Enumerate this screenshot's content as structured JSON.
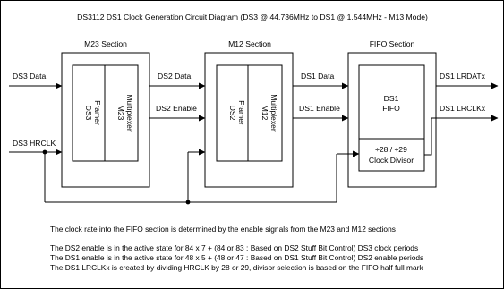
{
  "diagram": {
    "title": "DS3112 DS1 Clock Generation Circuit Diagram (DS3 @ 44.736MHz to DS1 @ 1.544MHz - M13 Mode)",
    "sections": {
      "m23": {
        "heading": "M23 Section",
        "framer": [
          "DS3",
          "Framer"
        ],
        "mux": [
          "M23",
          "Multiplexer"
        ]
      },
      "m12": {
        "heading": "M12 Section",
        "framer": [
          "DS2",
          "Framer"
        ],
        "mux": [
          "M12",
          "Multiplexer"
        ]
      },
      "fifo": {
        "heading": "FIFO Section",
        "fifo_block": [
          "DS1",
          "FIFO"
        ],
        "divisor": [
          "÷28 / ÷29",
          "Clock Divisor"
        ]
      }
    },
    "signals": {
      "ds3_data": "DS3 Data",
      "ds3_hrclk": "DS3 HRCLK",
      "ds2_data": "DS2 Data",
      "ds2_enable": "DS2 Enable",
      "ds1_data": "DS1 Data",
      "ds1_enable": "DS1 Enable",
      "ds1_lrdatx": "DS1 LRDATx",
      "ds1_lrclkx": "DS1 LRCLKx"
    },
    "notes": {
      "line1": "The clock rate into the FIFO section is determined by the enable signals from the M23 and M12 sections",
      "line2": "The DS2 enable is in the active state for 84 x 7 + (84 or 83 : Based on DS2 Stuff Bit Control) DS3 clock periods",
      "line3": "The DS1 enable is in the active state for 48 x 5 + (48 or 47 : Based on DS1 Stuff Bit Control) DS2 enable periods",
      "line4": "The DS1 LRCLKx is created by dividing HRCLK by 28 or 29, divisor selection is based on the FIFO half full mark"
    }
  }
}
